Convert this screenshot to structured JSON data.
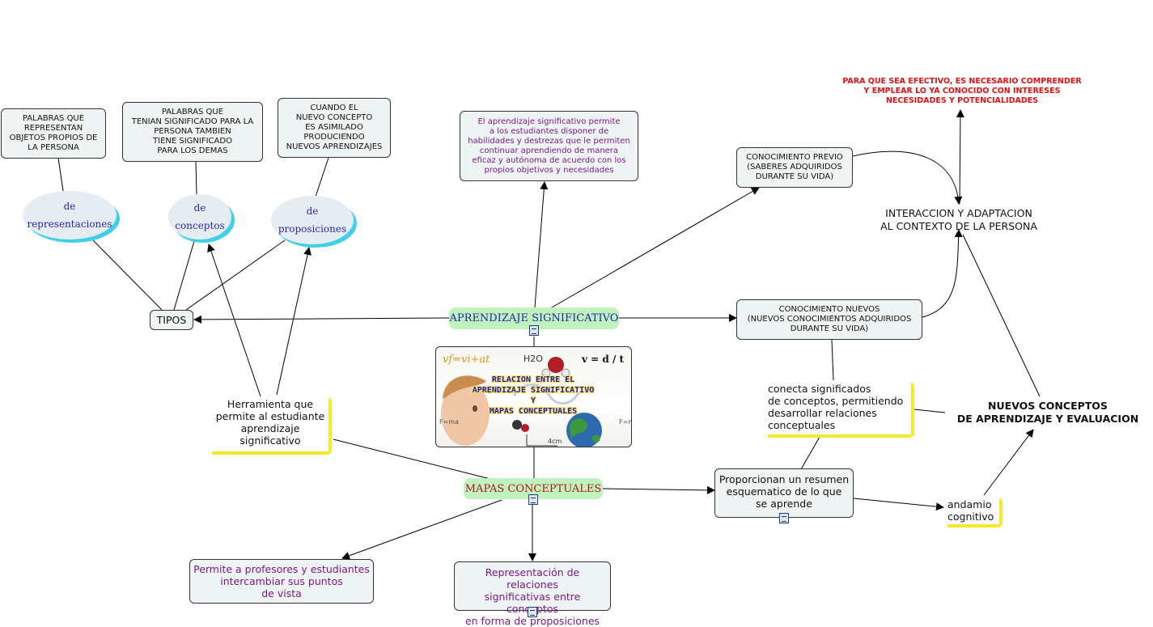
{
  "nodes": {
    "palabras_objetos": "PALABRAS QUE\nREPRESENTAN\nOBJETOS PROPIOS DE\nLA PERSONA",
    "palabras_significado": "PALABRAS QUE\nTENIAN SIGNIFICADO PARA LA\nPERSONA TAMBIEN\nTIENE SIGNIFICADO\nPARA LOS DEMAS",
    "nuevo_concepto": "CUANDO EL\nNUEVO CONCEPTO\nES ASIMILADO\nPRODUCIENDO\nNUEVOS APRENDIZAJES",
    "de_representaciones": "de\nrepresentaciones",
    "de_conceptos": "de\nconceptos",
    "de_proposiciones": "de\nproposiciones",
    "tipos": "TIPOS",
    "aprendizaje_significativo": "APRENDIZAJE SIGNIFICATIVO",
    "aprendizaje_desc": "El aprendizaje significativo permite\na los estudiantes disponer de\nhabilidades y destrezas que le permiten\ncontinuar aprendiendo de manera\neficaz y autónoma de acuerdo con los\npropios objetivos y necesidades",
    "conocimiento_previo": "CONOCIMIENTO PREVIO\n(SABERES ADQUIRIDOS\nDURANTE SU VIDA)",
    "conocimiento_nuevos": "CONOCIMIENTO NUEVOS\n(NUEVOS CONOCIMIENTOS ADQUIRIDOS\nDURANTE SU VIDA)",
    "para_que": "PARA QUE SEA EFECTIVO, ES NECESARIO COMPRENDER\nY EMPLEAR LO YA CONOCIDO CON INTERESES\nNECESIDADES Y POTENCIALIDADES",
    "interaccion": "INTERACCION Y ADAPTACION\nAL CONTEXTO DE LA PERSONA",
    "image_title": "RELACION ENTRE EL\nAPRENDIZAJE SIGNIFICATIVO\nY\nMAPAS CONCEPTUALES",
    "herramienta": "Herramienta que\npermite al estudiante\naprendizaje\nsignificativo",
    "conecta": "conecta significados\nde conceptos, permitiendo\ndesarrollar relaciones\nconceptuales",
    "nuevos_conceptos": "NUEVOS CONCEPTOS\nDE APRENDIZAJE Y EVALUACION",
    "mapas_conceptuales": "MAPAS CONCEPTUALES",
    "proporcionan": "Proporcionan un resumen\nesquematico de lo que\nse aprende",
    "andamio": "andamio\ncognitivo",
    "permite_profesores": "Permite a profesores y estudiantes\nintercambiar sus puntos\nde vista",
    "representacion": "Representación de relaciones\nsignificativas entre conceptos\nen forma de proposiciones"
  },
  "image_labels": {
    "formula_velocity": "vf=vi+at",
    "formula_water": "H2O",
    "formula_derivative": "v = d / t",
    "formula_force": "F=ma",
    "formula_distance": "4cm"
  },
  "colors": {
    "green_pill": "#bff2bd",
    "cyan_shadow": "#3fd0e8",
    "yellow_marker": "#f4ea2b",
    "red_text": "#e01212",
    "purple_text": "#7a1a8a"
  }
}
